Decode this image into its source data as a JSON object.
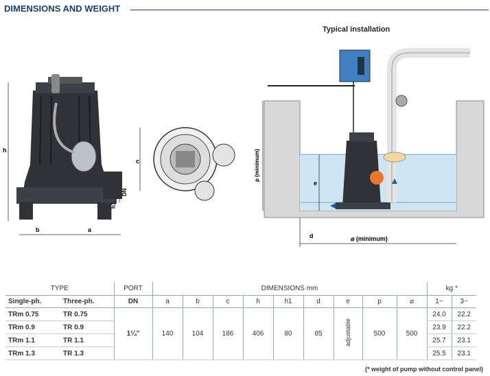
{
  "header": {
    "title": "DIMENSIONS AND WEIGHT"
  },
  "installation": {
    "caption": "Typical installation",
    "label_p": "p (minimum)",
    "label_e": "e",
    "label_d": "d",
    "label_min": "⌀ (minimum)"
  },
  "drawing_labels": {
    "h": "h",
    "h1": "h1",
    "dn": "DN",
    "b": "b",
    "a": "a",
    "c": "c"
  },
  "table": {
    "group_type": "TYPE",
    "group_port": "PORT",
    "group_dims": "DIMENSIONS mm",
    "group_kg": "kg *",
    "col_single": "Single-ph.",
    "col_three": "Three-ph.",
    "col_dn": "DN",
    "col_a": "a",
    "col_b": "b",
    "col_c": "c",
    "col_h": "h",
    "col_h1": "h1",
    "col_d": "d",
    "col_e": "e",
    "col_p": "p",
    "col_dia": "⌀",
    "col_kg1": "1~",
    "col_kg3": "3~",
    "shared": {
      "dn": "1¼\"",
      "a": "140",
      "b": "104",
      "c": "186",
      "h": "406",
      "h1": "80",
      "d": "85",
      "e": "adjustable",
      "p": "500",
      "dia": "500"
    },
    "rows": [
      {
        "single": "TRm 0.75",
        "three": "TR 0.75",
        "kg1": "24.0",
        "kg3": "22.2"
      },
      {
        "single": "TRm 0.9",
        "three": "TR 0.9",
        "kg1": "23.9",
        "kg3": "22.2"
      },
      {
        "single": "TRm 1.1",
        "three": "TR 1.1",
        "kg1": "25.7",
        "kg3": "23.1"
      },
      {
        "single": "TRm 1.3",
        "three": "TR 1.3",
        "kg1": "25.5",
        "kg3": "23.1"
      }
    ],
    "footnote": "(* weight of pump without control panel)"
  },
  "colors": {
    "accent": "#1d3f6e",
    "water": "#cfe6f2",
    "panel": "#3f7fc1",
    "float": "#e8762b"
  }
}
